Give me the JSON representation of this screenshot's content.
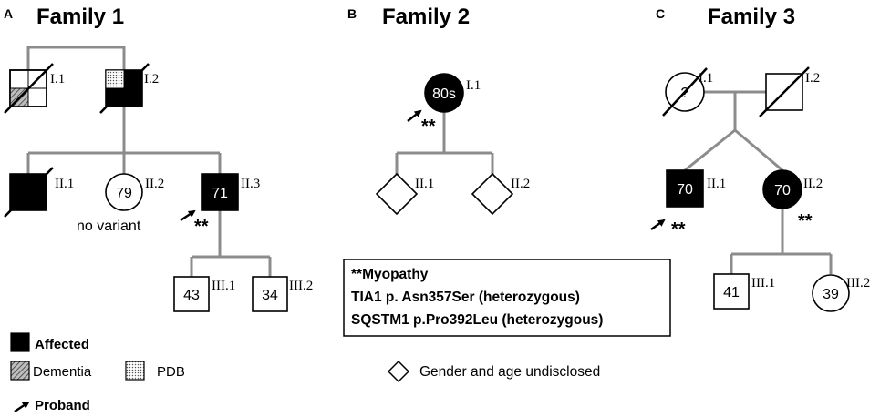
{
  "panels": {
    "a": {
      "letter": "A",
      "title": "Family 1"
    },
    "b": {
      "letter": "B",
      "title": "Family 2"
    },
    "c": {
      "letter": "C",
      "title": "Family 3"
    }
  },
  "family1": {
    "I1": {
      "label": "I.1"
    },
    "I2": {
      "label": "I.2"
    },
    "II1": {
      "label": "II.1"
    },
    "II2": {
      "label": "II.2",
      "age": "79",
      "note": "no variant"
    },
    "II3": {
      "label": "II.3",
      "age": "71"
    },
    "III1": {
      "label": "III.1",
      "age": "43"
    },
    "III2": {
      "label": "III.2",
      "age": "34"
    },
    "proband_mark": "**"
  },
  "family2": {
    "I1": {
      "label": "I.1",
      "age": "80s"
    },
    "II1": {
      "label": "II.1"
    },
    "II2": {
      "label": "II.2"
    },
    "proband_mark": "**"
  },
  "family3": {
    "I1": {
      "label": "I.1",
      "age": "?"
    },
    "I2": {
      "label": "I.2"
    },
    "II1": {
      "label": "II.1",
      "age": "70"
    },
    "II2": {
      "label": "II.2",
      "age": "70"
    },
    "III1": {
      "label": "III.1",
      "age": "41"
    },
    "III2": {
      "label": "III.2",
      "age": "39"
    },
    "II1_mark": "**",
    "II2_mark": "**"
  },
  "info_box": {
    "line1": "**Myopathy",
    "line2": "TIA1 p. Asn357Ser (heterozygous)",
    "line3": "SQSTM1 p.Pro392Leu (heterozygous)"
  },
  "legend": {
    "affected": "Affected",
    "dementia": "Dementia",
    "pdb": "PDB",
    "proband": "Proband",
    "diamond": "Gender and age undisclosed"
  },
  "colors": {
    "line": "#8c8c8c",
    "affected": "#000000",
    "background": "#ffffff"
  }
}
